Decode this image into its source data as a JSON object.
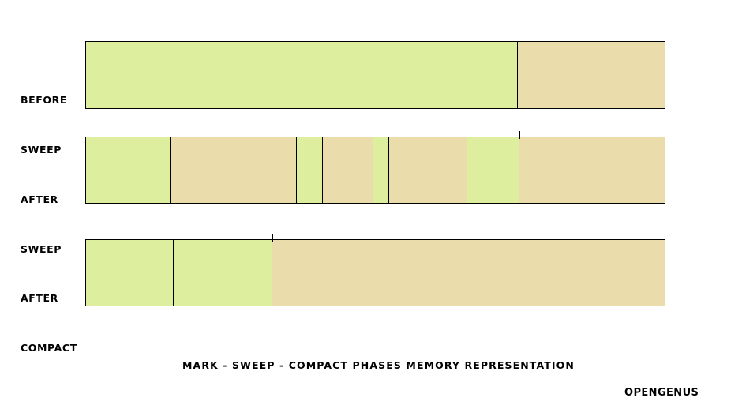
{
  "diagram": {
    "caption": "MARK - SWEEP - COMPACT PHASES MEMORY REPRESENTATION",
    "watermark": "OPENGENUS",
    "colors": {
      "live_object": "#ddee9e",
      "free_space": "#ebdcac",
      "outline": "#000000",
      "background": "#ffffff"
    },
    "rows": [
      {
        "label": "BEFORE\nSWEEP",
        "label_line1": "BEFORE",
        "label_line2": "SWEEP",
        "segments": [
          {
            "kind": "live",
            "width_pct": 74.6
          },
          {
            "kind": "free",
            "width_pct": 25.4
          }
        ]
      },
      {
        "label": "AFTER\nSWEEP",
        "label_line1": "AFTER",
        "label_line2": "SWEEP",
        "segments": [
          {
            "kind": "live",
            "width_pct": 14.6
          },
          {
            "kind": "free",
            "width_pct": 21.8
          },
          {
            "kind": "live",
            "width_pct": 4.5
          },
          {
            "kind": "free",
            "width_pct": 8.8
          },
          {
            "kind": "live",
            "width_pct": 2.7
          },
          {
            "kind": "free",
            "width_pct": 13.5
          },
          {
            "kind": "live",
            "width_pct": 9.0
          },
          {
            "kind": "free",
            "width_pct": 25.1
          }
        ]
      },
      {
        "label": "AFTER\nCOMPACT",
        "label_line1": "AFTER",
        "label_line2": "COMPACT",
        "segments": [
          {
            "kind": "live",
            "width_pct": 15.2
          },
          {
            "kind": "live",
            "width_pct": 5.3
          },
          {
            "kind": "live",
            "width_pct": 2.6
          },
          {
            "kind": "live",
            "width_pct": 9.1
          },
          {
            "kind": "free",
            "width_pct": 67.8
          }
        ]
      }
    ]
  }
}
